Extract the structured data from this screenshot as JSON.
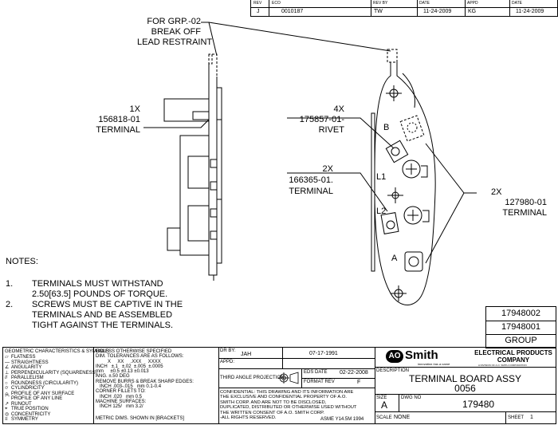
{
  "revision_table": {
    "headers": [
      "REV",
      "ECO",
      "REV BY",
      "DATE",
      "APPD",
      "DATE"
    ],
    "row": [
      "J",
      "0010187",
      "TW",
      "11-24-2009",
      "KG",
      "11-24-2009"
    ]
  },
  "callouts": {
    "grp02": [
      "FOR GRP.-02",
      "BREAK OFF",
      "LEAD RESTRAINT"
    ],
    "terminal_1x": [
      "1X",
      "156818-01",
      "TERMINAL"
    ],
    "rivet_4x": [
      "4X",
      "175857-01-",
      "RIVET"
    ],
    "terminal_2x_left": [
      "2X",
      "166365-01.",
      "TERMINAL"
    ],
    "terminal_2x_right": [
      "2X",
      "127980-01",
      "TERMINAL"
    ],
    "terminal_labels": [
      "B",
      "L1",
      "L2",
      "A"
    ]
  },
  "notes": {
    "title": "NOTES:",
    "items": [
      {
        "num": "1.",
        "lines": [
          "TERMINALS MUST WITHSTAND",
          "2.50[63.5] POUNDS OF TORQUE."
        ]
      },
      {
        "num": "2.",
        "lines": [
          "SCREWS MUST BE CAPTIVE IN THE",
          "TERMINALS AND BE ASSEMBLED",
          "TIGHT AGAINST THE TERMINALS."
        ]
      }
    ]
  },
  "group_table": {
    "rows": [
      "17948002",
      "17948001"
    ],
    "header": "GROUP"
  },
  "title_block": {
    "gdt": {
      "title": "GEOMETRIC CHARACTERISTICS & SYMBOLS",
      "items": [
        "FLATNESS",
        "STRAIGHTNESS",
        "ANGULARITY",
        "PERPENDICULARITY (SQUARENESS)",
        "PARALLELISM",
        "ROUNDNESS (CIRCULARITY)",
        "CYLINDRICITY",
        "PROFILE OF ANY SURFACE",
        "PROFILE OF ANY LINE",
        "RUNOUT",
        "TRUE POSITION",
        "CONCENTRICITY",
        "SYMMETRY"
      ],
      "symbols": [
        "▱",
        "—",
        "∠",
        "⊥",
        "//",
        "○",
        "⌭",
        "⌓",
        "⌒",
        "↗",
        "⌖",
        "◎",
        "≡"
      ]
    },
    "tolerances": {
      "lines": [
        "UNLESS OTHERWISE SPECIFIED",
        "DIM. TOLERANCES ARE AS FOLLOWS:",
        "         X     XX     .XXX     XXXX",
        "INCH   ±.1   ±.02  ±.005  ±.0005",
        "mm     ±0.5 ±0.13 ±0.013",
        "ANG. ±.50 DEG",
        "REMOVE BURRS & BREAK SHARP EDGES:",
        "   INCH .003-.015   mm 0.1-0.4",
        "CORNER FILLETS TO:",
        "   INCH .020   mm 0.5",
        "MACHINE SURFACES:",
        "   INCH 125/   mm 3.2/",
        ""
      ],
      "footer": "METRIC DIMS. SHOWN IN [BRACKETS]"
    },
    "dr_by_label": "DR BY:",
    "dr_by": "JAH",
    "dr_date": "07-17-1991",
    "appd_label": "APPD:",
    "projection": "THIRD ANGLE PROJECTION",
    "eds_date_label": "EDS DATE",
    "eds_date": "02-22-2008",
    "format_rev_label": "FORMAT REV",
    "format_rev": "F",
    "confidential": [
      "CONFIDENTIAL: THIS DRAWING AND ITS INFORMATION ARE",
      "THE EXCLUSIVE AND CONFIDENTIAL PROPERTY OF A.O.",
      "SMITH CORP. AND ARE NOT TO BE DISCLOSED,",
      "DUPLICATED, DISTRIBUTED OR OTHERWISE USED WITHOUT",
      "THE WRITTEN CONSENT OF A.O. SMITH CORP.",
      "-ALL RIGHTS RESERVED."
    ],
    "asme": "ASME Y14.5M 1994",
    "logo_ao": "AO",
    "logo_smith": "Smith",
    "logo_tagline": "innovation has a name",
    "company_line1": "ELECTRICAL PRODUCTS",
    "company_line2": "COMPANY",
    "company_sub": "A DIVISION OF A.O. SMITH CORPORATION",
    "description_label": "DESCRIPTION",
    "description_line1": "TERMINAL BOARD ASSY",
    "description_line2": "0056",
    "size_label": "SIZE",
    "size": "A",
    "dwg_no_label": "DWG NO",
    "dwg_no": "179480",
    "scale_label": "SCALE",
    "scale": "NONE",
    "sheet_label": "SHEET",
    "sheet": "1"
  }
}
